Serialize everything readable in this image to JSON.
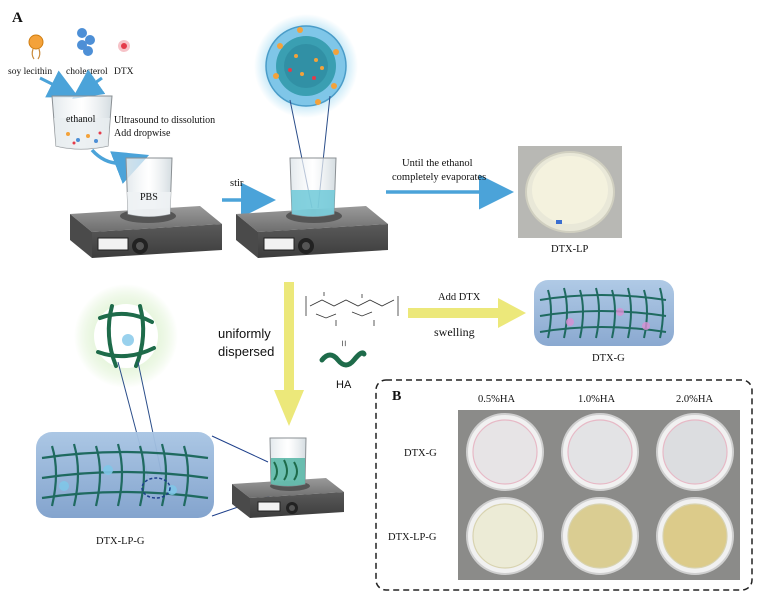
{
  "panel_a_label": "A",
  "panel_b_label": "B",
  "step1": {
    "ingredients": [
      "soy lecithin",
      "cholesterol",
      "DTX"
    ],
    "beaker_label": "ethanol",
    "instruction_line1": "Ultrasound to dissolution",
    "instruction_line2": "Add dropwise"
  },
  "step2": {
    "beaker_label": "PBS",
    "arrow_label": "stir"
  },
  "step3": {
    "label_line1": "Until the ethanol",
    "label_line2": "completely evaporates",
    "photo_caption": "DTX-LP"
  },
  "hydrogel": {
    "uniform_line1": "uniformly",
    "uniform_line2": "dispersed",
    "ha_label": "HA",
    "equals_sign": "=",
    "add_drug": "Add DTX",
    "swelling": "swelling",
    "gel_caption": "DTX-G",
    "lp_gel_caption": "DTX-LP-G"
  },
  "panel_b": {
    "columns": [
      "0.5%HA",
      "1.0%HA",
      "2.0%HA"
    ],
    "rows": [
      {
        "label": "DTX-G",
        "dish_colors": [
          "#e7e4e6",
          "#e3e3e5",
          "#dcdde0"
        ]
      },
      {
        "label": "DTX-LP-G",
        "dish_colors": [
          "#ecebd6",
          "#dacd92",
          "#dccb8a"
        ]
      }
    ]
  },
  "colors": {
    "blue_arrow": "#4ba3d9",
    "yellow_arrow": "#ece87a",
    "gel_blue": "#8fb3d9",
    "fiber_green": "#1e6b4a",
    "liposome": "#7fc6e8"
  }
}
